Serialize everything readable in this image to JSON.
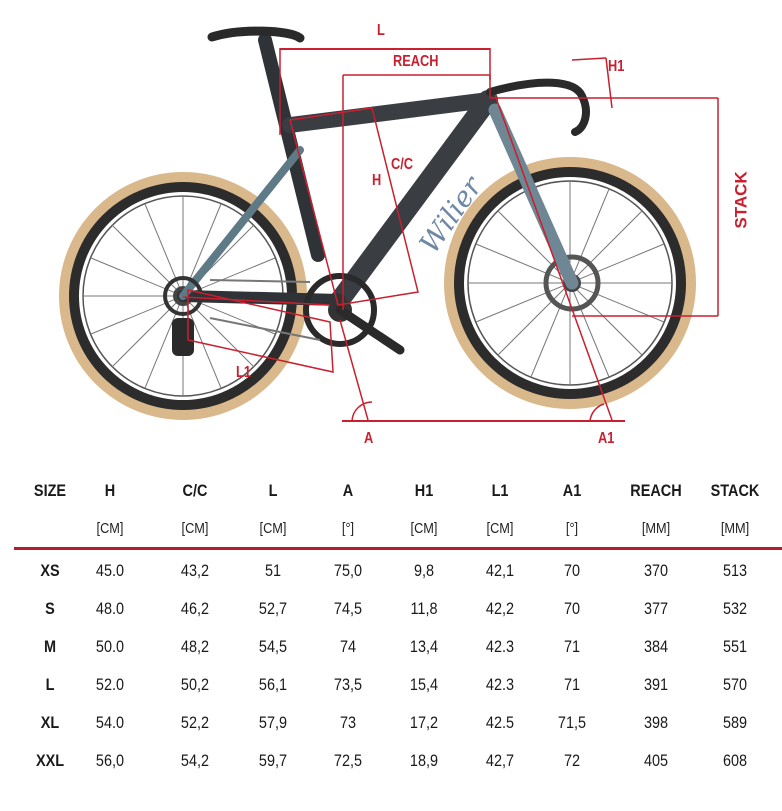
{
  "diagram": {
    "labels": {
      "l": "L",
      "reach": "REACH",
      "h1": "H1",
      "cc": "C/C",
      "h": "H",
      "stack": "STACK",
      "l1": "L1",
      "a": "A",
      "a1": "A1"
    },
    "colors": {
      "accent": "#c8202f",
      "frame": "#3a3d42",
      "tire": "#d9b88c"
    }
  },
  "table": {
    "headers": [
      "SIZE",
      "H",
      "C/C",
      "L",
      "A",
      "H1",
      "L1",
      "A1",
      "REACH",
      "STACK"
    ],
    "units": [
      "",
      "[CM]",
      "[CM]",
      "[CM]",
      "[°]",
      "[CM]",
      "[CM]",
      "[°]",
      "[MM]",
      "[MM]"
    ],
    "rows": [
      [
        "XS",
        "45.0",
        "43,2",
        "51",
        "75,0",
        "9,8",
        "42,1",
        "70",
        "370",
        "513"
      ],
      [
        "S",
        "48.0",
        "46,2",
        "52,7",
        "74,5",
        "11,8",
        "42,2",
        "70",
        "377",
        "532"
      ],
      [
        "M",
        "50.0",
        "48,2",
        "54,5",
        "74",
        "13,4",
        "42.3",
        "71",
        "384",
        "551"
      ],
      [
        "L",
        "52.0",
        "50,2",
        "56,1",
        "73,5",
        "15,4",
        "42.3",
        "71",
        "391",
        "570"
      ],
      [
        "XL",
        "54.0",
        "52,2",
        "57,9",
        "73",
        "17,2",
        "42.5",
        "71,5",
        "398",
        "589"
      ],
      [
        "XXL",
        "56,0",
        "54,2",
        "59,7",
        "72,5",
        "18,9",
        "42,7",
        "72",
        "405",
        "608"
      ]
    ]
  }
}
